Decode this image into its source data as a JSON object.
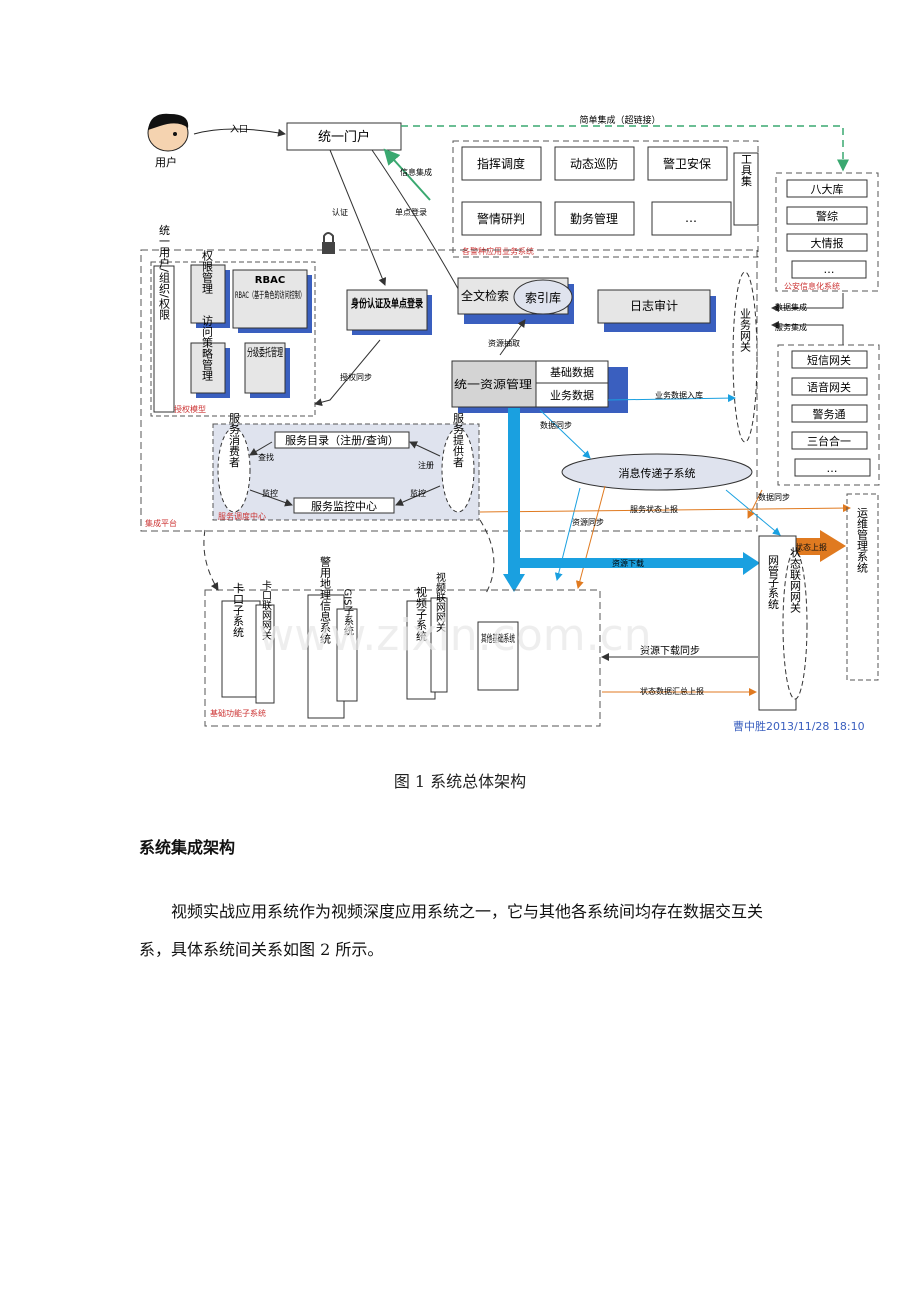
{
  "figure": {
    "user_label": "用户",
    "entry_label": "入口",
    "portal": "统一门户",
    "simple_integration": "简单集成（超链接）",
    "info_integration": "信息集成",
    "auth_label": "认证",
    "single_signon_label": "单点登录",
    "police_apps": [
      "指挥调度",
      "动态巡防",
      "警卫安保",
      "警情研判",
      "勤务管理",
      "…"
    ],
    "toolset": "工具集",
    "police_apps_title": "各警种应用业务系统",
    "public_security_items": [
      "八大库",
      "警综",
      "大情报",
      "…"
    ],
    "public_security_title": "公安信息化系统",
    "data_integration": "数据集成",
    "service_integration": "服务集成",
    "gateways": [
      "短信网关",
      "语音网关",
      "警务通",
      "三台合一",
      "…"
    ],
    "user_org_auth": "统一用户/组织/权限",
    "perm_mgmt": "权限管理",
    "rbac": "RBAC（基于角色的访问控制）",
    "access_policy": "访问策略管理",
    "delegation": "分级委托管理",
    "auth_model": "授权模型",
    "identity_auth": "身份认证及单点登录",
    "fulltext": "全文检索",
    "index_db": "索引库",
    "log_audit": "日志审计",
    "biz_gateway": "业务网关",
    "unified_resource": "统一资源管理",
    "base_data": "基础数据",
    "biz_data": "业务数据",
    "resource_extract": "资源抽取",
    "biz_data_in": "业务数据入库",
    "auth_sync": "授权同步",
    "service_consumer": "服务消费者",
    "service_catalog": "服务目录（注册/查询）",
    "service_monitor": "服务监控中心",
    "service_provider": "服务提供者",
    "lookup": "查找",
    "register": "注册",
    "monitor": "监控",
    "service_center_title": "服务调度中心",
    "platform_title": "集成平台",
    "msg_system": "消息传递子系统",
    "data_sync": "数据同步",
    "service_status": "服务状态上报",
    "resource_sync": "资源同步",
    "resource_download": "资源下载",
    "state_report": "状态上报",
    "ops_system": "运维管理系统",
    "netmgr": "网管子系统",
    "state_gateway": "状态联网网关",
    "subsystems": [
      "卡口子系统",
      "卡口联网网关",
      "警用地理信息系统",
      "GIS子系统",
      "视频子系统",
      "视频联网网关",
      "其他基础系统"
    ],
    "basic_title": "基础功能子系统",
    "resource_download_sync": "资源下载同步",
    "state_data_report": "状态数据汇总上报",
    "stamp": "曹中胜2013/11/28  18:10",
    "watermark": "www.zixin.com.cn"
  },
  "caption": "图 1    系统总体架构",
  "heading": "系统集成架构",
  "paragraph": "视频实战应用系统作为视频深度应用系统之一，它与其他各系统间均存在数据交互关系，具体系统间关系如图 2 所示。",
  "colors": {
    "blue_arrow": "#1aa0e0",
    "orange": "#e07a20",
    "green_dash": "#3aa870",
    "panel": "#dfe3ee",
    "shadow": "#3a5fbf"
  }
}
